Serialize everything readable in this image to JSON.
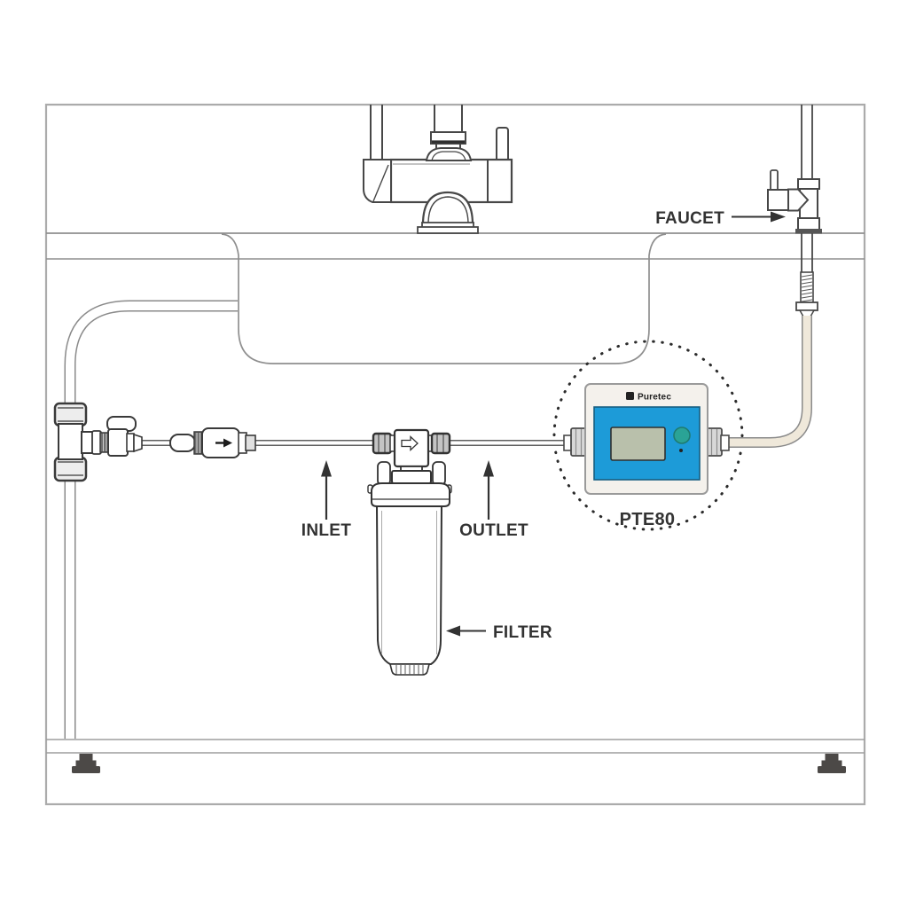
{
  "labels": {
    "faucet": "FAUCET",
    "inlet": "INLET",
    "outlet": "OUTLET",
    "filter": "FILTER",
    "device_model": "PTE80",
    "device_brand": "Puretec"
  },
  "colors": {
    "device_body": "#f4f1ec",
    "device_panel": "#1d9bd8",
    "device_screen": "#b9c0ab",
    "device_button": "#2aa396",
    "label_text": "#333333",
    "foot_dark": "#4c4947"
  }
}
